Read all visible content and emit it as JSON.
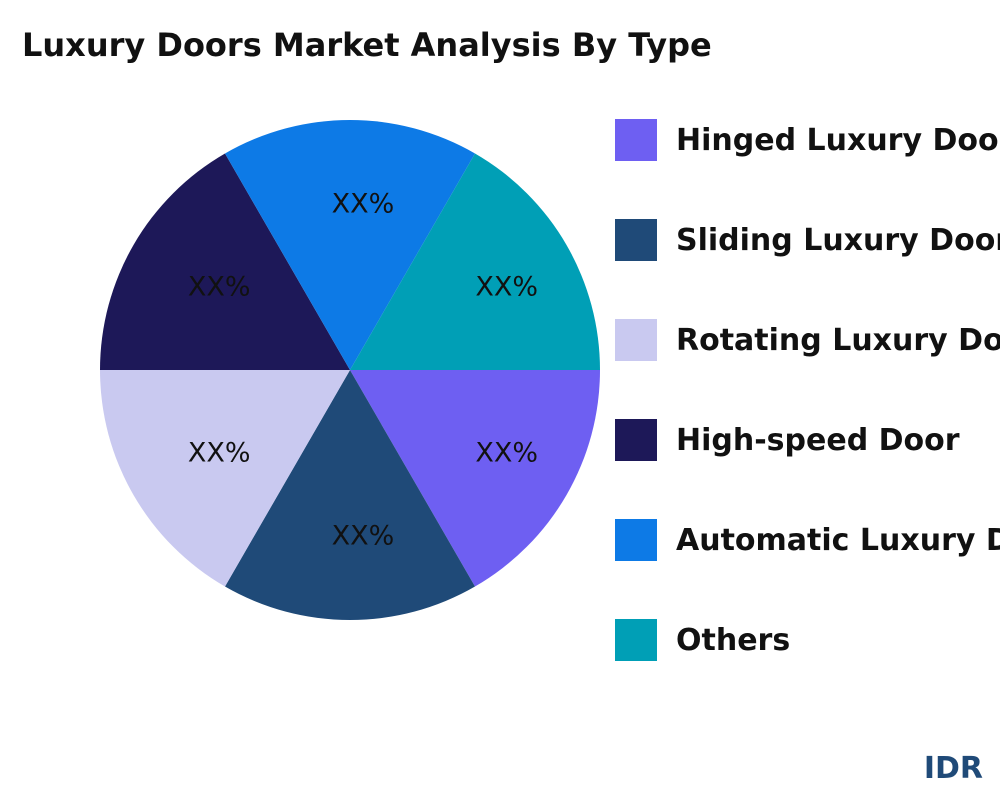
{
  "chart_data": {
    "type": "pie",
    "title": "Luxury Doors Market Analysis By Type",
    "slices": [
      {
        "label": "Hinged Luxury Door",
        "value": 1,
        "data_label": "XX%",
        "color": "#6e5ff2"
      },
      {
        "label": "Sliding Luxury Door",
        "value": 1,
        "data_label": "XX%",
        "color": "#1f4a78"
      },
      {
        "label": "Rotating Luxury Door",
        "value": 1,
        "data_label": "XX%",
        "color": "#c9c9f0"
      },
      {
        "label": "High-speed Door",
        "value": 1,
        "data_label": "XX%",
        "color": "#1d1858"
      },
      {
        "label": "Automatic Luxury Door",
        "value": 1,
        "data_label": "XX%",
        "color": "#0d7ae6"
      },
      {
        "label": "Others",
        "value": 1,
        "data_label": "XX%",
        "color": "#009fb6"
      }
    ],
    "legend_position": "right"
  },
  "brand": {
    "text": "IDR"
  }
}
